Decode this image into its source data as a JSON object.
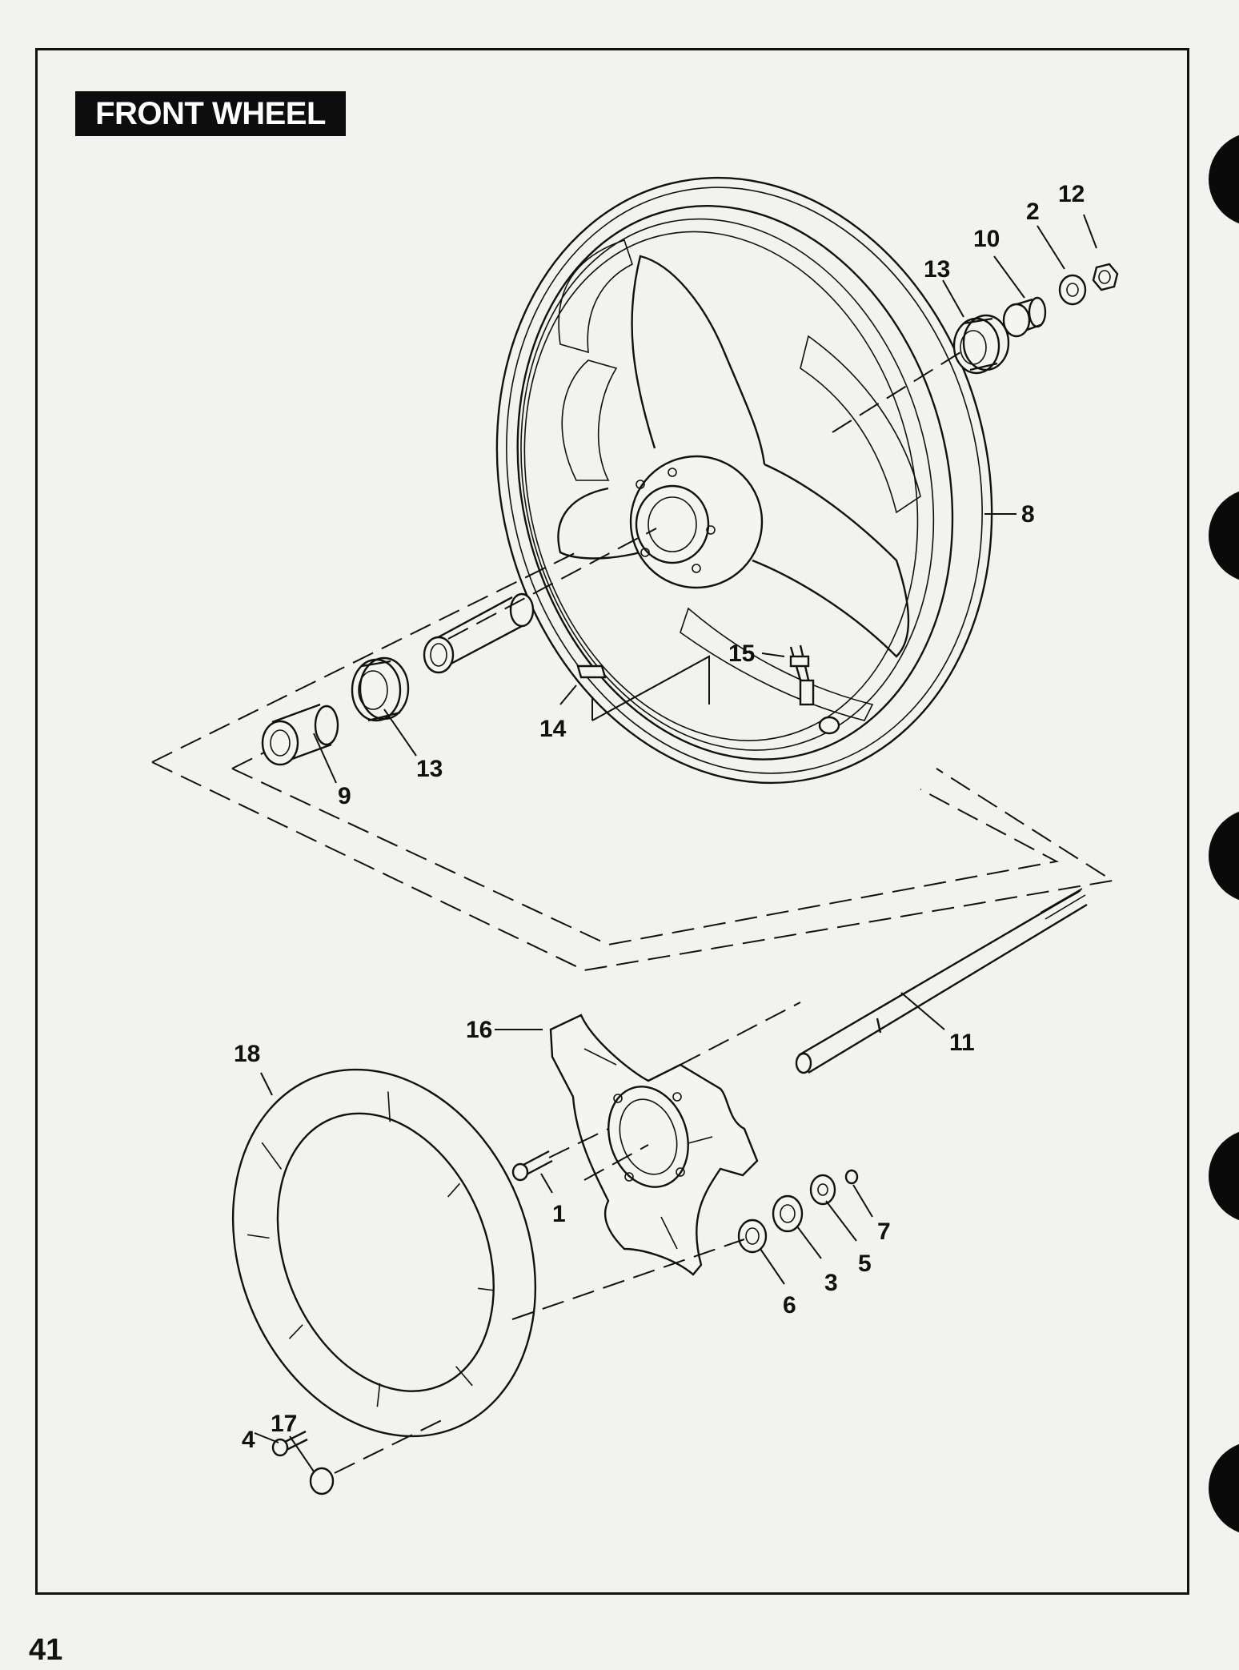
{
  "title": "FRONT WHEEL",
  "page_number": "41",
  "callouts": {
    "c1": "1",
    "c2": "2",
    "c3": "3",
    "c4": "4",
    "c5": "5",
    "c6": "6",
    "c7": "7",
    "c8": "8",
    "c9": "9",
    "c10": "10",
    "c11": "11",
    "c12": "12",
    "c13a": "13",
    "c13b": "13",
    "c14": "14",
    "c15": "15",
    "c16": "16",
    "c17": "17",
    "c18": "18"
  }
}
